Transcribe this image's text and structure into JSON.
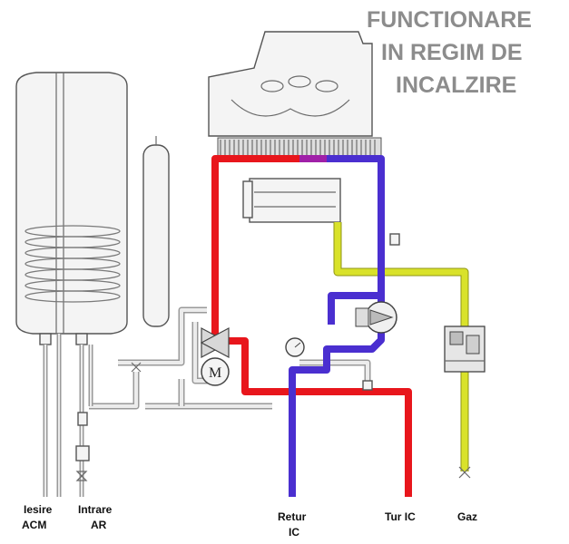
{
  "title": {
    "line1": "FUNCTIONARE",
    "line2": "IN REGIM DE",
    "line3": "INCALZIRE"
  },
  "labels": {
    "iesire_1": "Iesire",
    "iesire_2": "ACM",
    "intrare_1": "Intrare",
    "intrare_2": "AR",
    "retur_1": "Retur",
    "retur_2": "IC",
    "tur": "Tur IC",
    "gaz": "Gaz",
    "motor": "M"
  },
  "colors": {
    "hot_flow": "#e8161c",
    "return_flow": "#4a2fd0",
    "gas_line": "#d9e22a",
    "title": "#8c8c8c"
  }
}
